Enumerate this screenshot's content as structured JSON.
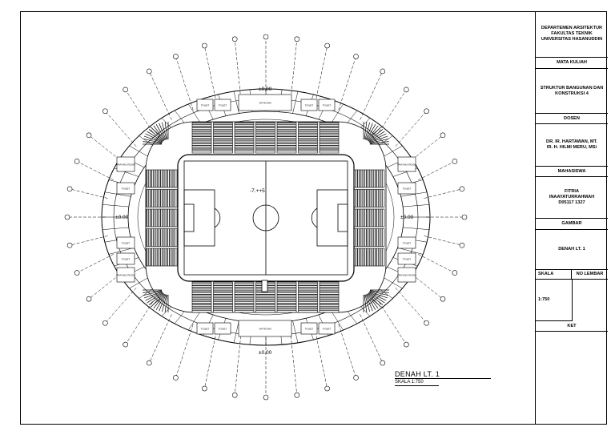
{
  "title_block": {
    "institution": "DEPARTEMEN ARSITEKTUR\nFAKULTAS TEKNIK\nUNIVERSITAS HASANUDDIN",
    "course_header": "MATA KULIAH",
    "course_name": "STRUKTUR BANGUNAN DAN\nKONSTRUKSI 4",
    "lecturer_header": "DOSEN",
    "lecturers": "DR. IR. HARTAWAN, MT.\nIR. H. HILMI MERU, MSi",
    "student_header": "MAHASISWA",
    "student": "FITRIA\nINAAYATURRAHMAH\nD05117 1327",
    "drawing_header": "GAMBAR",
    "drawing_name": "DENAH LT. 1",
    "scale_header": "SKALA",
    "sheet_header": "NO LEMBAR",
    "scale_value": "1:750",
    "notes_header": "KET"
  },
  "plan": {
    "title": "DENAH LT. 1",
    "scale": "SKALA 1:750",
    "field_level": "-7.++5",
    "level_north": "±0.00",
    "level_south": "±0.00",
    "level_east": "±0.00",
    "level_west": "±0.00",
    "room_toilet": "TOILET",
    "room_vip": "VIP ROOM",
    "room_prayer": "PRAYING ROOM"
  }
}
